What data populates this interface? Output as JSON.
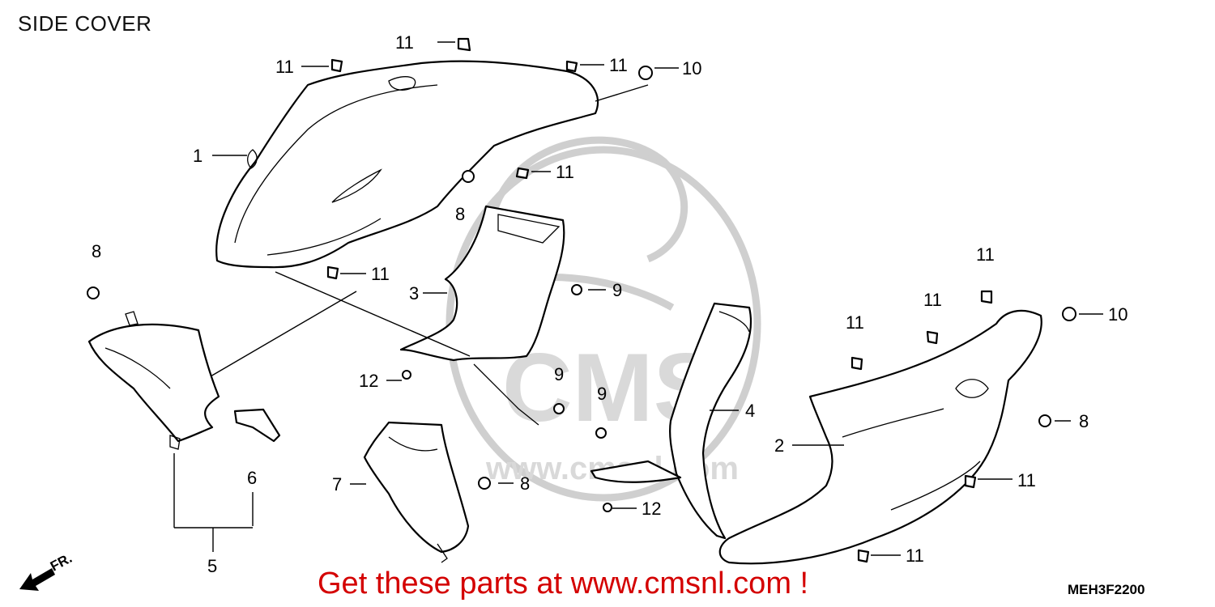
{
  "title": "SIDE COVER",
  "banner": "Get these parts at www.cmsnl.com !",
  "diagram_code": "MEH3F2200",
  "direction_label": "FR.",
  "watermark": {
    "logo_text": "CMS",
    "url_text": "www.cmsnl.com"
  },
  "callouts": [
    {
      "id": "c1",
      "label": "1"
    },
    {
      "id": "c2",
      "label": "2"
    },
    {
      "id": "c3",
      "label": "3"
    },
    {
      "id": "c4",
      "label": "4"
    },
    {
      "id": "c5",
      "label": "5"
    },
    {
      "id": "c6",
      "label": "6"
    },
    {
      "id": "c7",
      "label": "7"
    },
    {
      "id": "c8a",
      "label": "8"
    },
    {
      "id": "c8b",
      "label": "8"
    },
    {
      "id": "c8c",
      "label": "8"
    },
    {
      "id": "c8d",
      "label": "8"
    },
    {
      "id": "c9a",
      "label": "9"
    },
    {
      "id": "c9b",
      "label": "9"
    },
    {
      "id": "c9c",
      "label": "9"
    },
    {
      "id": "c10a",
      "label": "10"
    },
    {
      "id": "c10b",
      "label": "10"
    },
    {
      "id": "c11a",
      "label": "11"
    },
    {
      "id": "c11b",
      "label": "11"
    },
    {
      "id": "c11c",
      "label": "11"
    },
    {
      "id": "c11d",
      "label": "11"
    },
    {
      "id": "c11e",
      "label": "11"
    },
    {
      "id": "c11f",
      "label": "11"
    },
    {
      "id": "c11g",
      "label": "11"
    },
    {
      "id": "c11h",
      "label": "11"
    },
    {
      "id": "c11i",
      "label": "11"
    },
    {
      "id": "c11j",
      "label": "11"
    },
    {
      "id": "c12a",
      "label": "12"
    },
    {
      "id": "c12b",
      "label": "12"
    }
  ]
}
